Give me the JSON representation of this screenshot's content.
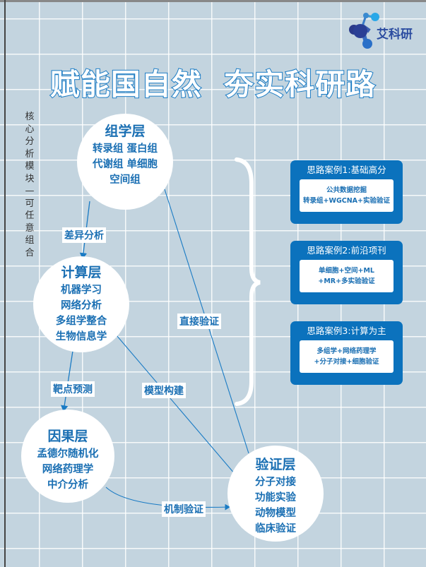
{
  "logo": {
    "name": "艾科研"
  },
  "title": "赋能国自然  夯实科研路",
  "side_note": "核心分析模块—可任意组合",
  "layers": {
    "omics": {
      "title": "组学层",
      "items": [
        "转录组 蛋白组",
        "代谢组 单细胞",
        "空间组"
      ]
    },
    "compute": {
      "title": "计算层",
      "items": [
        "机器学习",
        "网络分析",
        "多组学整合",
        "生物信息学"
      ]
    },
    "causal": {
      "title": "因果层",
      "items": [
        "孟德尔随机化",
        "网络药理学",
        "中介分析"
      ]
    },
    "validation": {
      "title": "验证层",
      "items": [
        "分子对接",
        "功能实验",
        "动物模型",
        "临床验证"
      ]
    }
  },
  "edges": {
    "diff": "差异分析",
    "target": "靶点预测",
    "direct": "直接验证",
    "model": "模型构建",
    "mech": "机制验证"
  },
  "cases": [
    {
      "title": "思路案例1:基础高分",
      "lines": [
        "公共数据挖掘",
        "转录组+WGCNA+实验验证"
      ]
    },
    {
      "title": "思路案例2:前沿项刊",
      "lines": [
        "单细胞+空间+ML",
        "+MR+多实验验证"
      ]
    },
    {
      "title": "思路案例3:计算为主",
      "lines": [
        "多组学+网络药理学",
        "+分子对接+细胞验证"
      ]
    }
  ],
  "colors": {
    "accent": "#0b72bd",
    "text_blue": "#1a6fb3",
    "background": "#c3d4df"
  }
}
